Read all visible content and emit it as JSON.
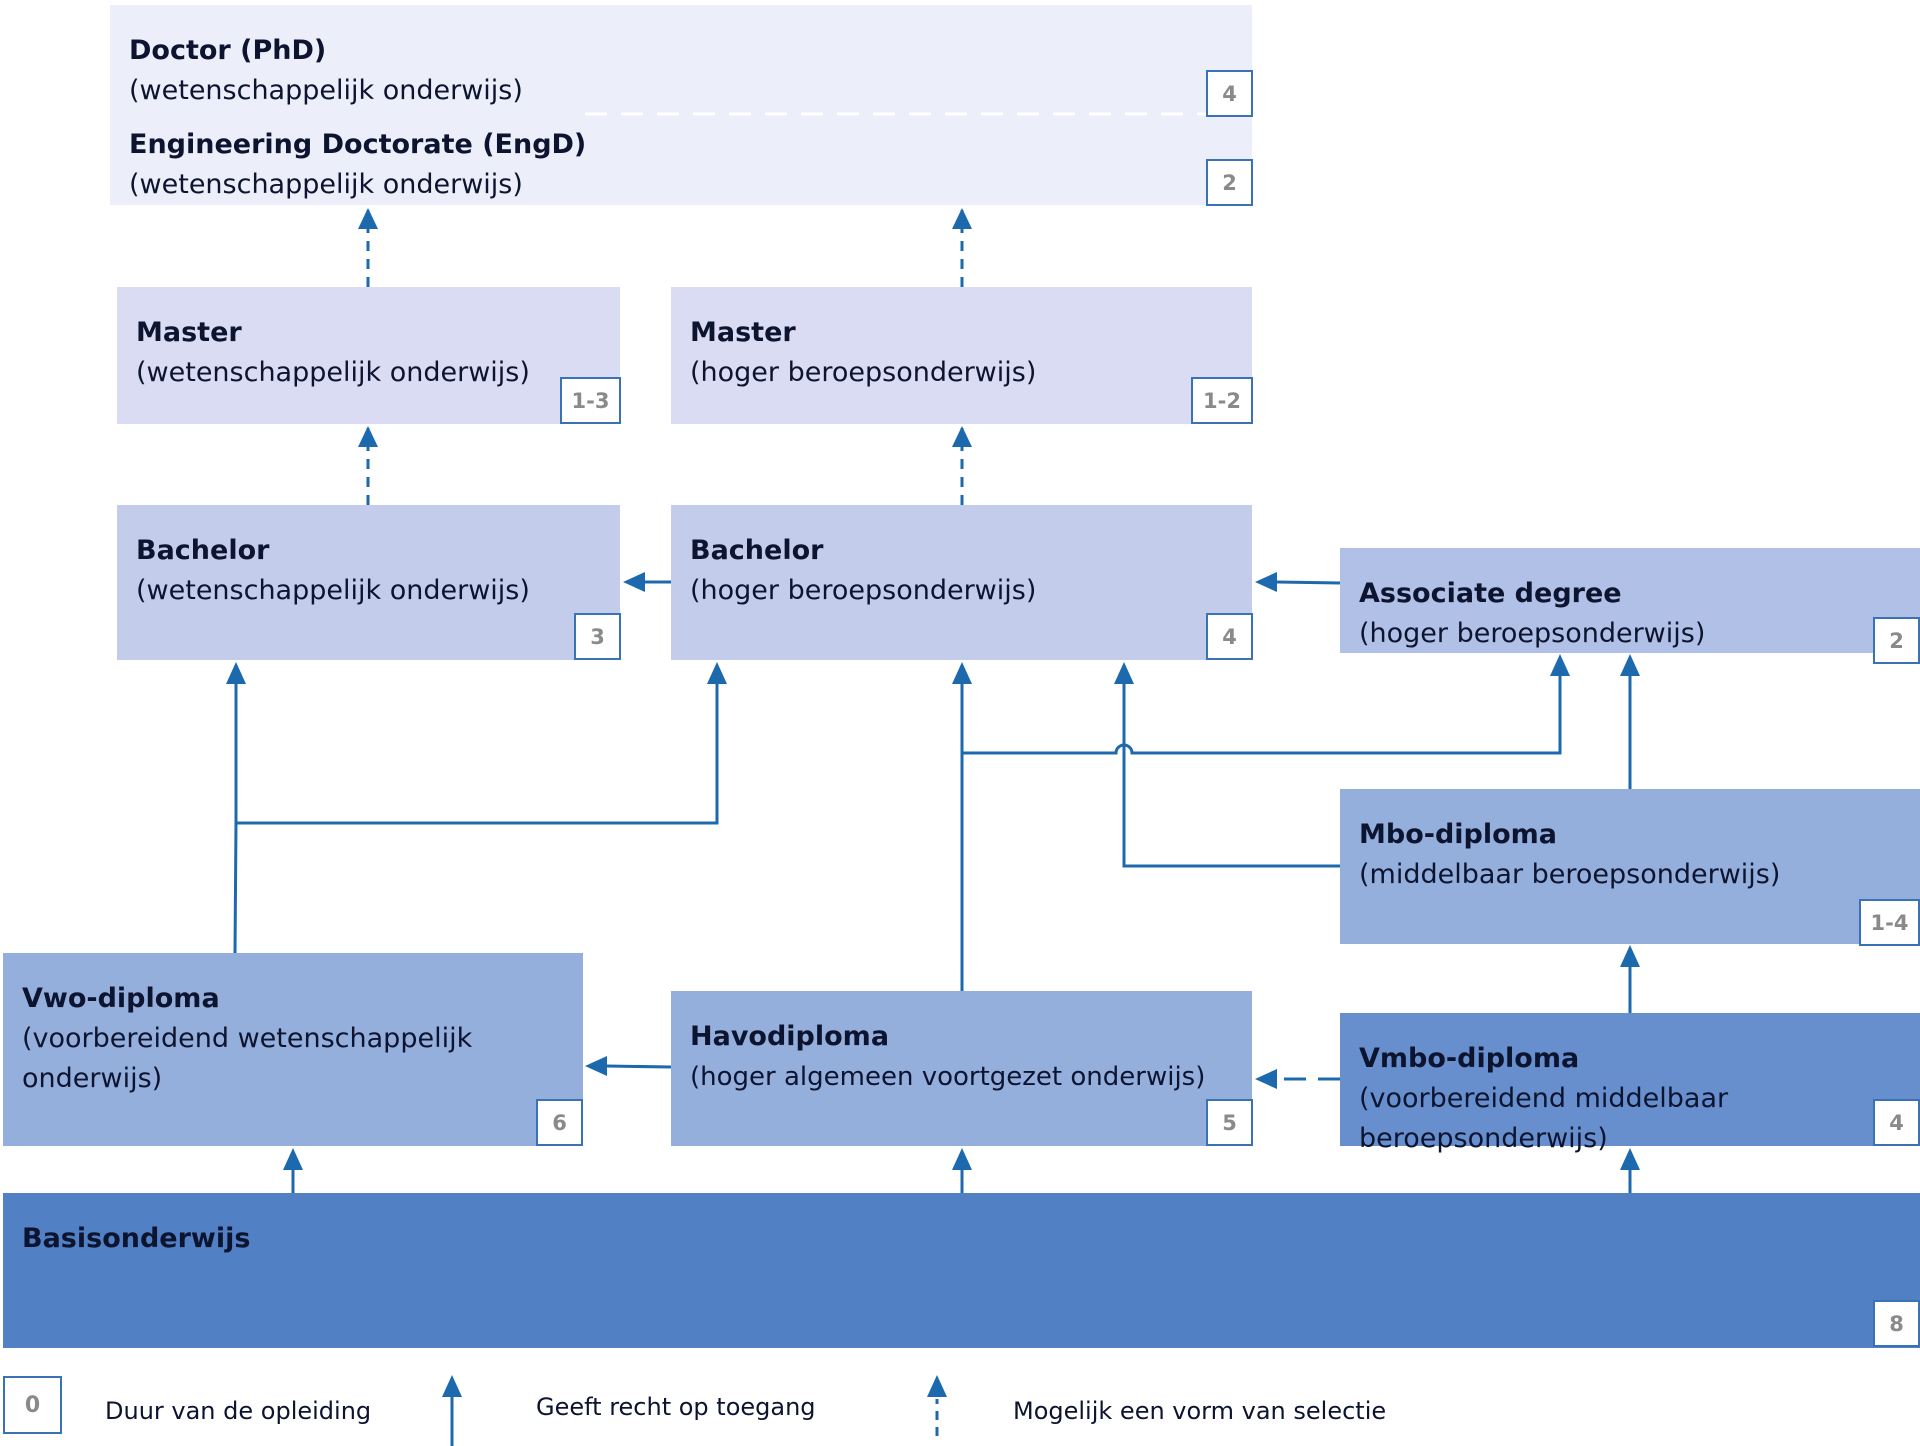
{
  "colors": {
    "line": "#1c69ad",
    "badge_border": "#3a73b5",
    "tier_phd": "#eceefa",
    "tier_master": "#d9dcf2",
    "tier_bachelor": "#c3cdeb",
    "tier_associate": "#b1c0e6",
    "tier_diploma": "#95afdd",
    "tier_vmbo": "#688fcd",
    "tier_basis": "#5180c4"
  },
  "boxes": {
    "phd": {
      "title": "Doctor (PhD)",
      "sub": "(wetenschappelijk onderwijs)",
      "duration": "4"
    },
    "engd": {
      "title": "Engineering Doctorate (EngD)",
      "sub": "(wetenschappelijk onderwijs)",
      "duration": "2"
    },
    "master_wo": {
      "title": "Master",
      "sub": "(wetenschappelijk onderwijs)",
      "duration": "1-3"
    },
    "master_hbo": {
      "title": "Master",
      "sub": "(hoger beroepsonderwijs)",
      "duration": "1-2"
    },
    "bachelor_wo": {
      "title": "Bachelor",
      "sub": "(wetenschappelijk onderwijs)",
      "duration": "3"
    },
    "bachelor_hbo": {
      "title": "Bachelor",
      "sub": "(hoger beroepsonderwijs)",
      "duration": "4"
    },
    "associate": {
      "title": "Associate degree",
      "sub": "(hoger beroepsonderwijs)",
      "duration": "2"
    },
    "mbo": {
      "title": "Mbo-diploma",
      "sub": "(middelbaar beroepsonderwijs)",
      "duration": "1-4"
    },
    "vwo": {
      "title": "Vwo-diploma",
      "sub": "(voorbereidend wetenschappelijk onderwijs)",
      "duration": "6"
    },
    "havo": {
      "title": "Havodiploma",
      "sub": "(hoger algemeen voortgezet onderwijs)",
      "duration": "5"
    },
    "vmbo": {
      "title": "Vmbo-diploma",
      "sub": "(voorbereidend middelbaar beroepsonderwijs)",
      "duration": "4"
    },
    "basis": {
      "title": "Basisonderwijs",
      "duration": "8"
    }
  },
  "legend": {
    "duration_badge": "0",
    "duration_label": "Duur van de opleiding",
    "access_label": "Geeft recht op toegang",
    "selection_label": "Mogelijk een vorm van selectie"
  }
}
